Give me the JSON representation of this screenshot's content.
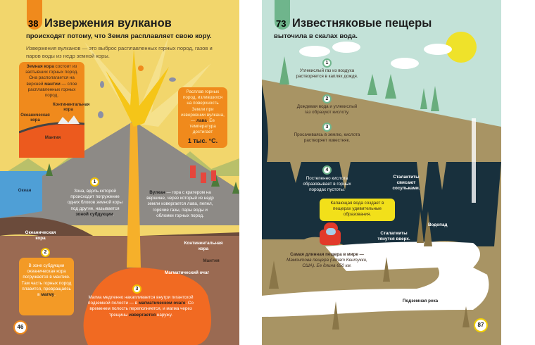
{
  "left_page": {
    "number": "38",
    "title": "Извержения вулканов",
    "subtitle": "происходят потому, что Земля расплавляет свою кору.",
    "intro": "Извержения вулканов — это выброс расплавленных горных пород, газов и паров воды из недр земной коры.",
    "crust_box": {
      "bold1": "Земная кора",
      "text1": " состоит из застывших горных пород. Она располагается на верхней ",
      "bold2": "мантии",
      "text2": " — слое расплавленных горных пород.",
      "continental": "Континентальная кора",
      "oceanic": "Океаническая кора",
      "mantle": "Мантия"
    },
    "lava_box": {
      "text": "Расплав горных пород, излившихся на поверхность Земли при извержении вулкана, — ",
      "bold": "лава",
      "text2": ". Ее температура достигает",
      "temp": "1 тыс. °С."
    },
    "ocean": "Океан",
    "step1": {
      "n": "1",
      "text": "Зона, вдоль которой происходит погружение одних блоков земной коры под другие, называется ",
      "bold": "зоной субдукции",
      "end": "."
    },
    "volcano": {
      "bold": "Вулкан",
      "text": " — гора с кратером на вершине, через который из недр земли извергается лава, пепел, горячие газы, пары воды и обломки горных пород."
    },
    "oceanic_crust": "Океаническая кора",
    "continental_crust": "Континентальная кора",
    "mantle": "Мантия",
    "magma_chamber": "Магматический очаг",
    "step2": {
      "n": "2",
      "text": "В зоне субдукции океаническая кора погружается в мантию. Там часть горных пород плавится, превращаясь в ",
      "bold": "магму",
      "end": "."
    },
    "step3": {
      "n": "3",
      "text": "Магма медленно накапливается внутри гигантской подземной полости — в ",
      "bold": "магматическом очаге",
      "text2": ". Со временем полость переполняется, и магма через трещины ",
      "bold2": "извергается",
      "end": " наружу."
    },
    "page_number": "46",
    "colors": {
      "bg": "#f2d66c",
      "accent": "#f08a1c"
    }
  },
  "right_page": {
    "number": "73",
    "title": "Известняковые пещеры",
    "subtitle": "выточила в скалах вода.",
    "step1": {
      "n": "1",
      "text": "Углекислый газ из воздуха растворяется в каплях дождя."
    },
    "step2": {
      "n": "2",
      "text": "Дождевая вода и углекислый газ образуют кислоту."
    },
    "step3": {
      "n": "3",
      "text": "Просачиваясь в землю, кислота растворяет известняк."
    },
    "step4": {
      "n": "4",
      "text": "Постепенно кислота образовывает в горных породах пустоты."
    },
    "bubble": "Капающая вода создает в пещерах удивительные образования.",
    "stalactites": "Сталактиты свисают сосульками.",
    "waterfall": "Водопад",
    "stalagmites": "Сталагмиты тянутся вверх.",
    "fact": {
      "bold": "Самая длинная пещера в мире —",
      "text": "Мамонтова пещера (штат Кентукки, США). Ее длина 650 км."
    },
    "river": "Подземная река",
    "page_number": "87",
    "colors": {
      "sky": "#c3e2d8",
      "ground": "#a89464",
      "cave": "#18303d",
      "accent": "#6fb58c"
    }
  }
}
